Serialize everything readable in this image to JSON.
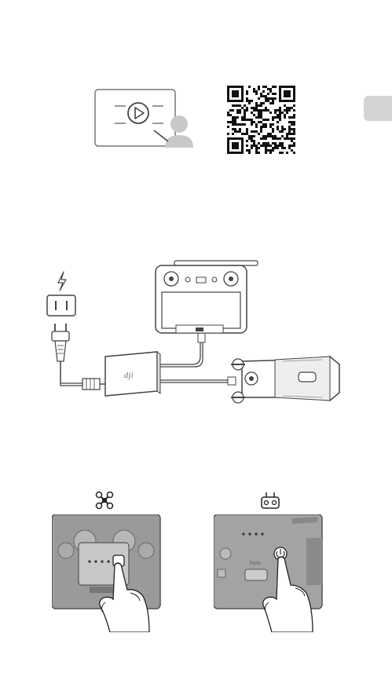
{
  "side_tab": {
    "color": "#d4d4d4"
  },
  "tutorial_icon": {
    "icon": "video-tutorial-icon"
  },
  "qr_code": {
    "icon": "qr-code-icon"
  },
  "charging_diagram": {
    "power_icon": "lightning-icon",
    "outlet_icon": "power-outlet-icon",
    "charger_brand": "dji",
    "charger_icon": "charger-hub-icon",
    "remote_icon": "remote-controller-icon",
    "drone_icon": "drone-icon"
  },
  "power_on": {
    "aircraft_symbol": "aircraft-icon",
    "remote_symbol": "remote-controller-icon",
    "remote_port_label": "Ports",
    "aircraft_led_count": 4,
    "remote_led_count": 4
  }
}
